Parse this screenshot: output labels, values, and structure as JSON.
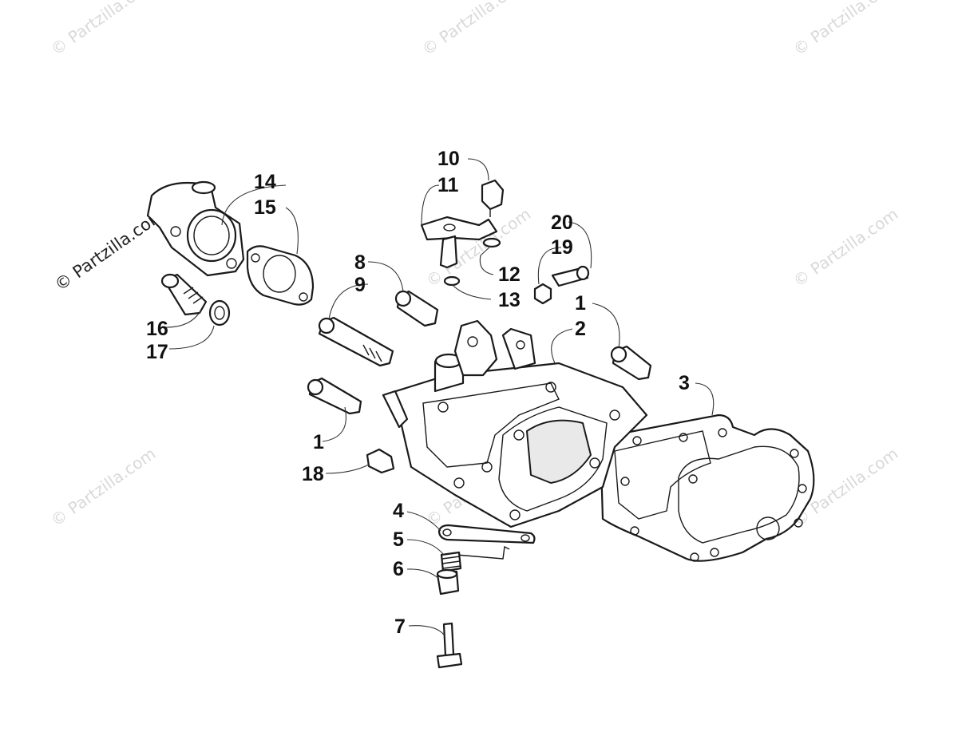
{
  "watermark": "© Partzilla.com",
  "callouts": [
    "1",
    "1",
    "2",
    "3",
    "4",
    "5",
    "6",
    "7",
    "8",
    "9",
    "10",
    "11",
    "12",
    "13",
    "14",
    "15",
    "16",
    "17",
    "18",
    "19",
    "20"
  ]
}
